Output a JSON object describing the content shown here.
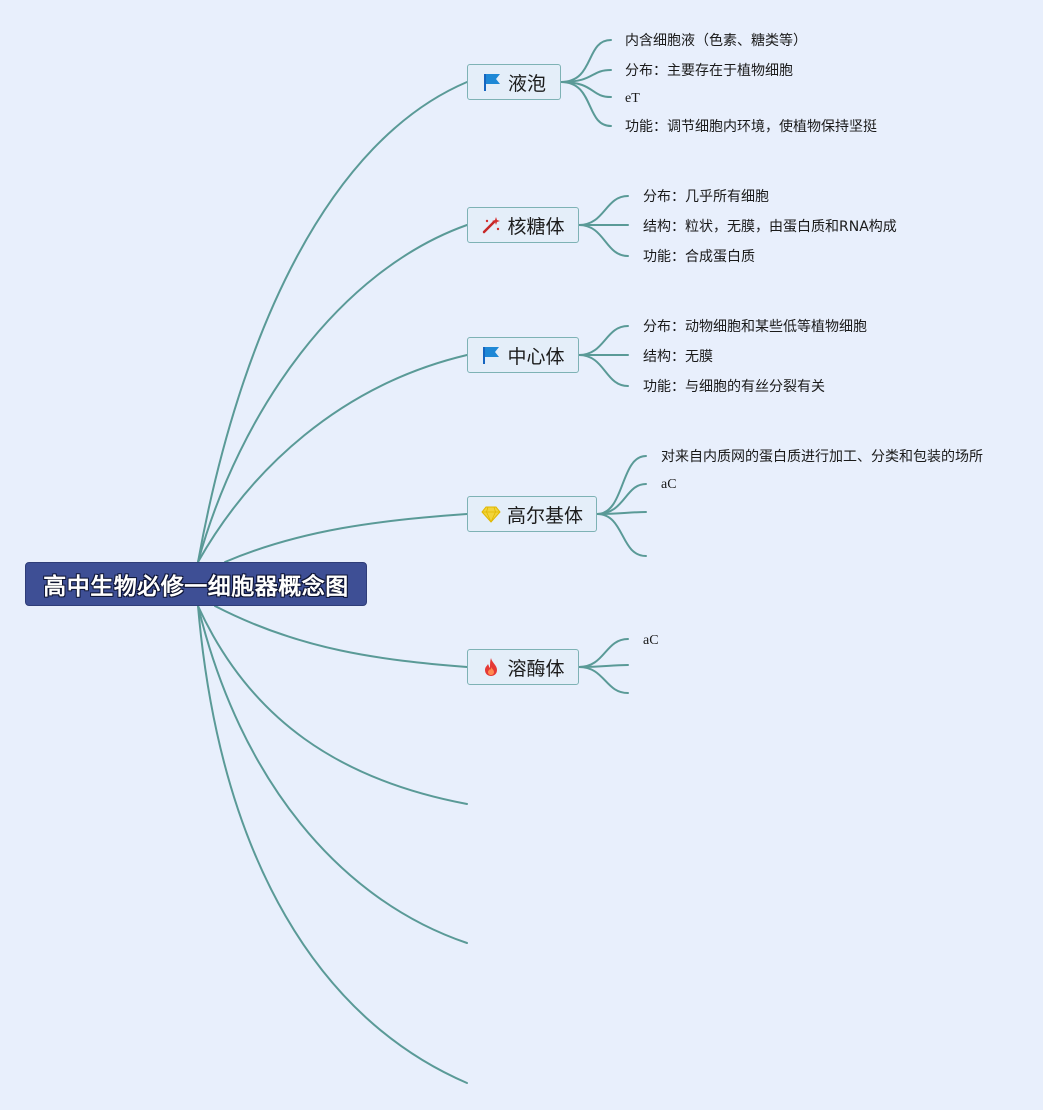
{
  "root": {
    "title": "高中生物必修一细胞器概念图"
  },
  "branches": [
    {
      "label": "液泡",
      "icon": "blue-flag-icon",
      "leaves": [
        "内含细胞液（色素、糖类等）",
        "分布：主要存在于植物细胞",
        "eT",
        "功能：调节细胞内环境，使植物保持坚挺"
      ]
    },
    {
      "label": "核糖体",
      "icon": "magic-wand-icon",
      "leaves": [
        "分布：几乎所有细胞",
        "结构：粒状，无膜，由蛋白质和RNA构成",
        "功能：合成蛋白质"
      ]
    },
    {
      "label": "中心体",
      "icon": "blue-flag-icon",
      "leaves": [
        "分布：动物细胞和某些低等植物细胞",
        "结构：无膜",
        "功能：与细胞的有丝分裂有关"
      ]
    },
    {
      "label": "高尔基体",
      "icon": "diamond-icon",
      "leaves": [
        "对来自内质网的蛋白质进行加工、分类和包装的场所",
        "aC",
        "",
        ""
      ]
    },
    {
      "label": "溶酶体",
      "icon": "fire-icon",
      "leaves": [
        "aC",
        "",
        ""
      ]
    }
  ],
  "colors": {
    "background": "#e8effc",
    "root_fill": "#3e4f95",
    "branch_line": "#5a9a97",
    "node_border": "#7eb2b5",
    "flag": "#1e88d6",
    "wand": "#d32f2f",
    "diamond": "#f2d43b",
    "fire": "#e53935"
  }
}
